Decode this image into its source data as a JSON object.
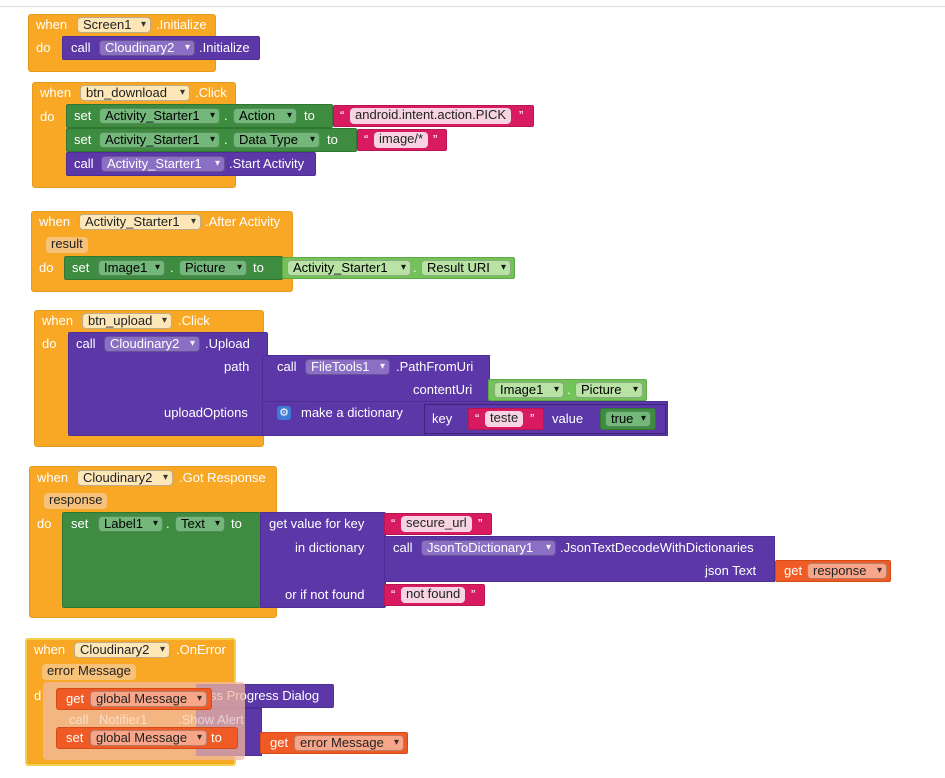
{
  "blocks": {
    "screen_init": {
      "when": "when",
      "component": "Screen1",
      "event": ".Initialize",
      "do": "do",
      "call": "call",
      "call_component": "Cloudinary2",
      "call_method": ".Initialize"
    },
    "btn_download": {
      "when": "when",
      "component": "btn_download",
      "event": ".Click",
      "do": "do",
      "set1": {
        "set": "set",
        "component": "Activity_Starter1",
        "dot": ".",
        "property": "Action",
        "to": "to",
        "quote_l": "“",
        "value": "android.intent.action.PICK",
        "quote_r": "”"
      },
      "set2": {
        "set": "set",
        "component": "Activity_Starter1",
        "dot": ".",
        "property": "Data Type",
        "to": "to",
        "quote_l": "“",
        "value": "image/*",
        "quote_r": "”"
      },
      "call": {
        "call": "call",
        "component": "Activity_Starter1",
        "method": ".Start Activity"
      }
    },
    "after_activity": {
      "when": "when",
      "component": "Activity_Starter1",
      "event": ".After Activity",
      "param": "result",
      "do": "do",
      "set": {
        "set": "set",
        "component": "Image1",
        "dot": ".",
        "property": "Picture",
        "to": "to",
        "src_component": "Activity_Starter1",
        "src_dot": ".",
        "src_property": "Result URI"
      }
    },
    "btn_upload": {
      "when": "when",
      "component": "btn_upload",
      "event": ".Click",
      "do": "do",
      "call": "call",
      "call_component": "Cloudinary2",
      "call_method": ".Upload",
      "path_label": "path",
      "filetools": {
        "call": "call",
        "component": "FileTools1",
        "method": ".PathFromUri",
        "arg_label": "contentUri",
        "arg_component": "Image1",
        "arg_dot": ".",
        "arg_property": "Picture"
      },
      "options_label": "uploadOptions",
      "dict": {
        "label": "make a dictionary",
        "key_label": "key",
        "quote_l": "“",
        "key": "teste",
        "quote_r": "”",
        "value_label": "value",
        "value": "true"
      }
    },
    "got_response": {
      "when": "when",
      "component": "Cloudinary2",
      "event": ".Got Response",
      "param": "response",
      "do": "do",
      "set": {
        "set": "set",
        "component": "Label1",
        "dot": ".",
        "property": "Text",
        "to": "to"
      },
      "get_value": "get value for key",
      "key": {
        "quote_l": "“",
        "value": "secure_url",
        "quote_r": "”"
      },
      "in_dict": "in dictionary",
      "json_call": {
        "call": "call",
        "component": "JsonToDictionary1",
        "method": ".JsonTextDecodeWithDictionaries",
        "arg_label": "json Text",
        "get": "get",
        "get_var": "response"
      },
      "not_found_label": "or if not found",
      "not_found": {
        "quote_l": "“",
        "value": "not found",
        "quote_r": "”"
      }
    },
    "on_error": {
      "when": "when",
      "component": "Cloudinary2",
      "event": ".OnError",
      "param": "error Message",
      "do": "d",
      "hidden_dismiss": "ss Progress Dialog",
      "get_global": {
        "get": "get",
        "var": "global Message"
      },
      "notifier": {
        "call": "call",
        "component": "Notifier1",
        "method": ".Show Alert"
      },
      "set_global": {
        "set": "set",
        "var": "global Message",
        "to": "to"
      },
      "get_error": {
        "get": "get",
        "var": "error Message"
      }
    }
  },
  "colors": {
    "event": "#f9a825",
    "procedure_call": "#5b37a8",
    "setter": "#3d8c3f",
    "getter": "#74c25a",
    "text": "#d81b60",
    "variable": "#ef5a25"
  }
}
